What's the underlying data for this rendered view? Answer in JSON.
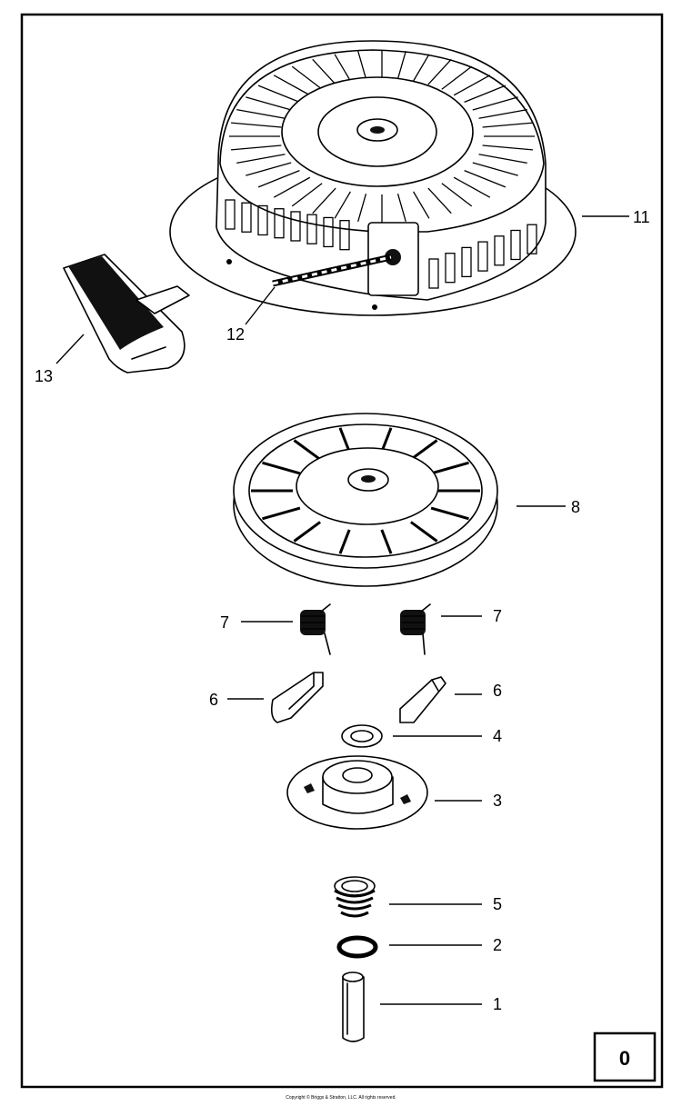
{
  "diagram": {
    "page_number": "0",
    "copyright": "Copyright © Briggs & Stratton, LLC. All rights reserved.",
    "callouts": [
      {
        "id": "c11",
        "label": "11",
        "part": "blower-housing"
      },
      {
        "id": "c12",
        "label": "12",
        "part": "starter-rope"
      },
      {
        "id": "c13",
        "label": "13",
        "part": "starter-handle"
      },
      {
        "id": "c8",
        "label": "8",
        "part": "pulley"
      },
      {
        "id": "c7a",
        "label": "7",
        "part": "pawl-spring-left"
      },
      {
        "id": "c7b",
        "label": "7",
        "part": "pawl-spring-right"
      },
      {
        "id": "c6a",
        "label": "6",
        "part": "pawl-left"
      },
      {
        "id": "c6b",
        "label": "6",
        "part": "pawl-right"
      },
      {
        "id": "c4",
        "label": "4",
        "part": "washer"
      },
      {
        "id": "c3",
        "label": "3",
        "part": "retainer-plate"
      },
      {
        "id": "c5",
        "label": "5",
        "part": "spring"
      },
      {
        "id": "c2",
        "label": "2",
        "part": "washer-small"
      },
      {
        "id": "c1",
        "label": "1",
        "part": "pin"
      }
    ]
  }
}
